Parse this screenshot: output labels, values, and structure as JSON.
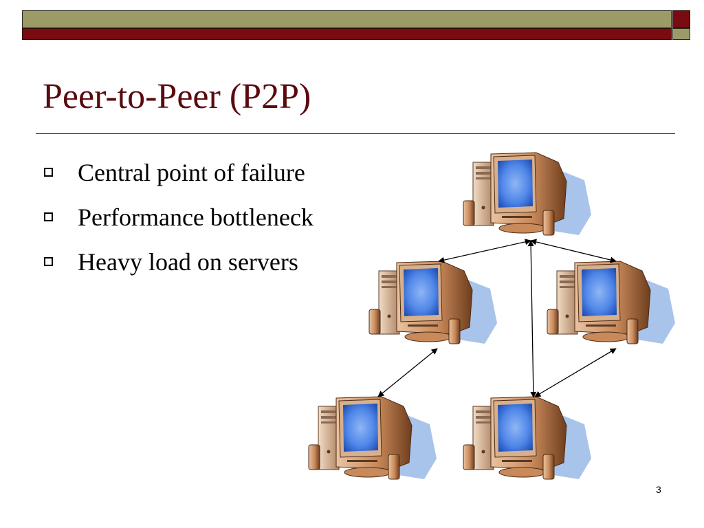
{
  "slide": {
    "title": "Peer-to-Peer (P2P)",
    "bullets": [
      "Central point of failure",
      "Performance bottleneck",
      "Heavy load on servers"
    ],
    "slide_number": "3"
  },
  "diagram": {
    "nodes": [
      "computer-top",
      "computer-middle-left",
      "computer-middle-right",
      "computer-bottom-left",
      "computer-bottom-right"
    ],
    "links": [
      [
        "computer-top",
        "computer-middle-left"
      ],
      [
        "computer-top",
        "computer-middle-right"
      ],
      [
        "computer-top",
        "computer-bottom-right"
      ],
      [
        "computer-middle-left",
        "computer-bottom-left"
      ],
      [
        "computer-middle-right",
        "computer-bottom-right"
      ]
    ],
    "icon": "desktop-computer-icon"
  },
  "colors": {
    "title": "#5a0a0e",
    "bar_olive": "#9c9a66",
    "bar_maroon": "#7a0b11",
    "monitor_case": "#c88a5a",
    "screen": "#3a7be0",
    "shadow": "#a9c4ea"
  }
}
